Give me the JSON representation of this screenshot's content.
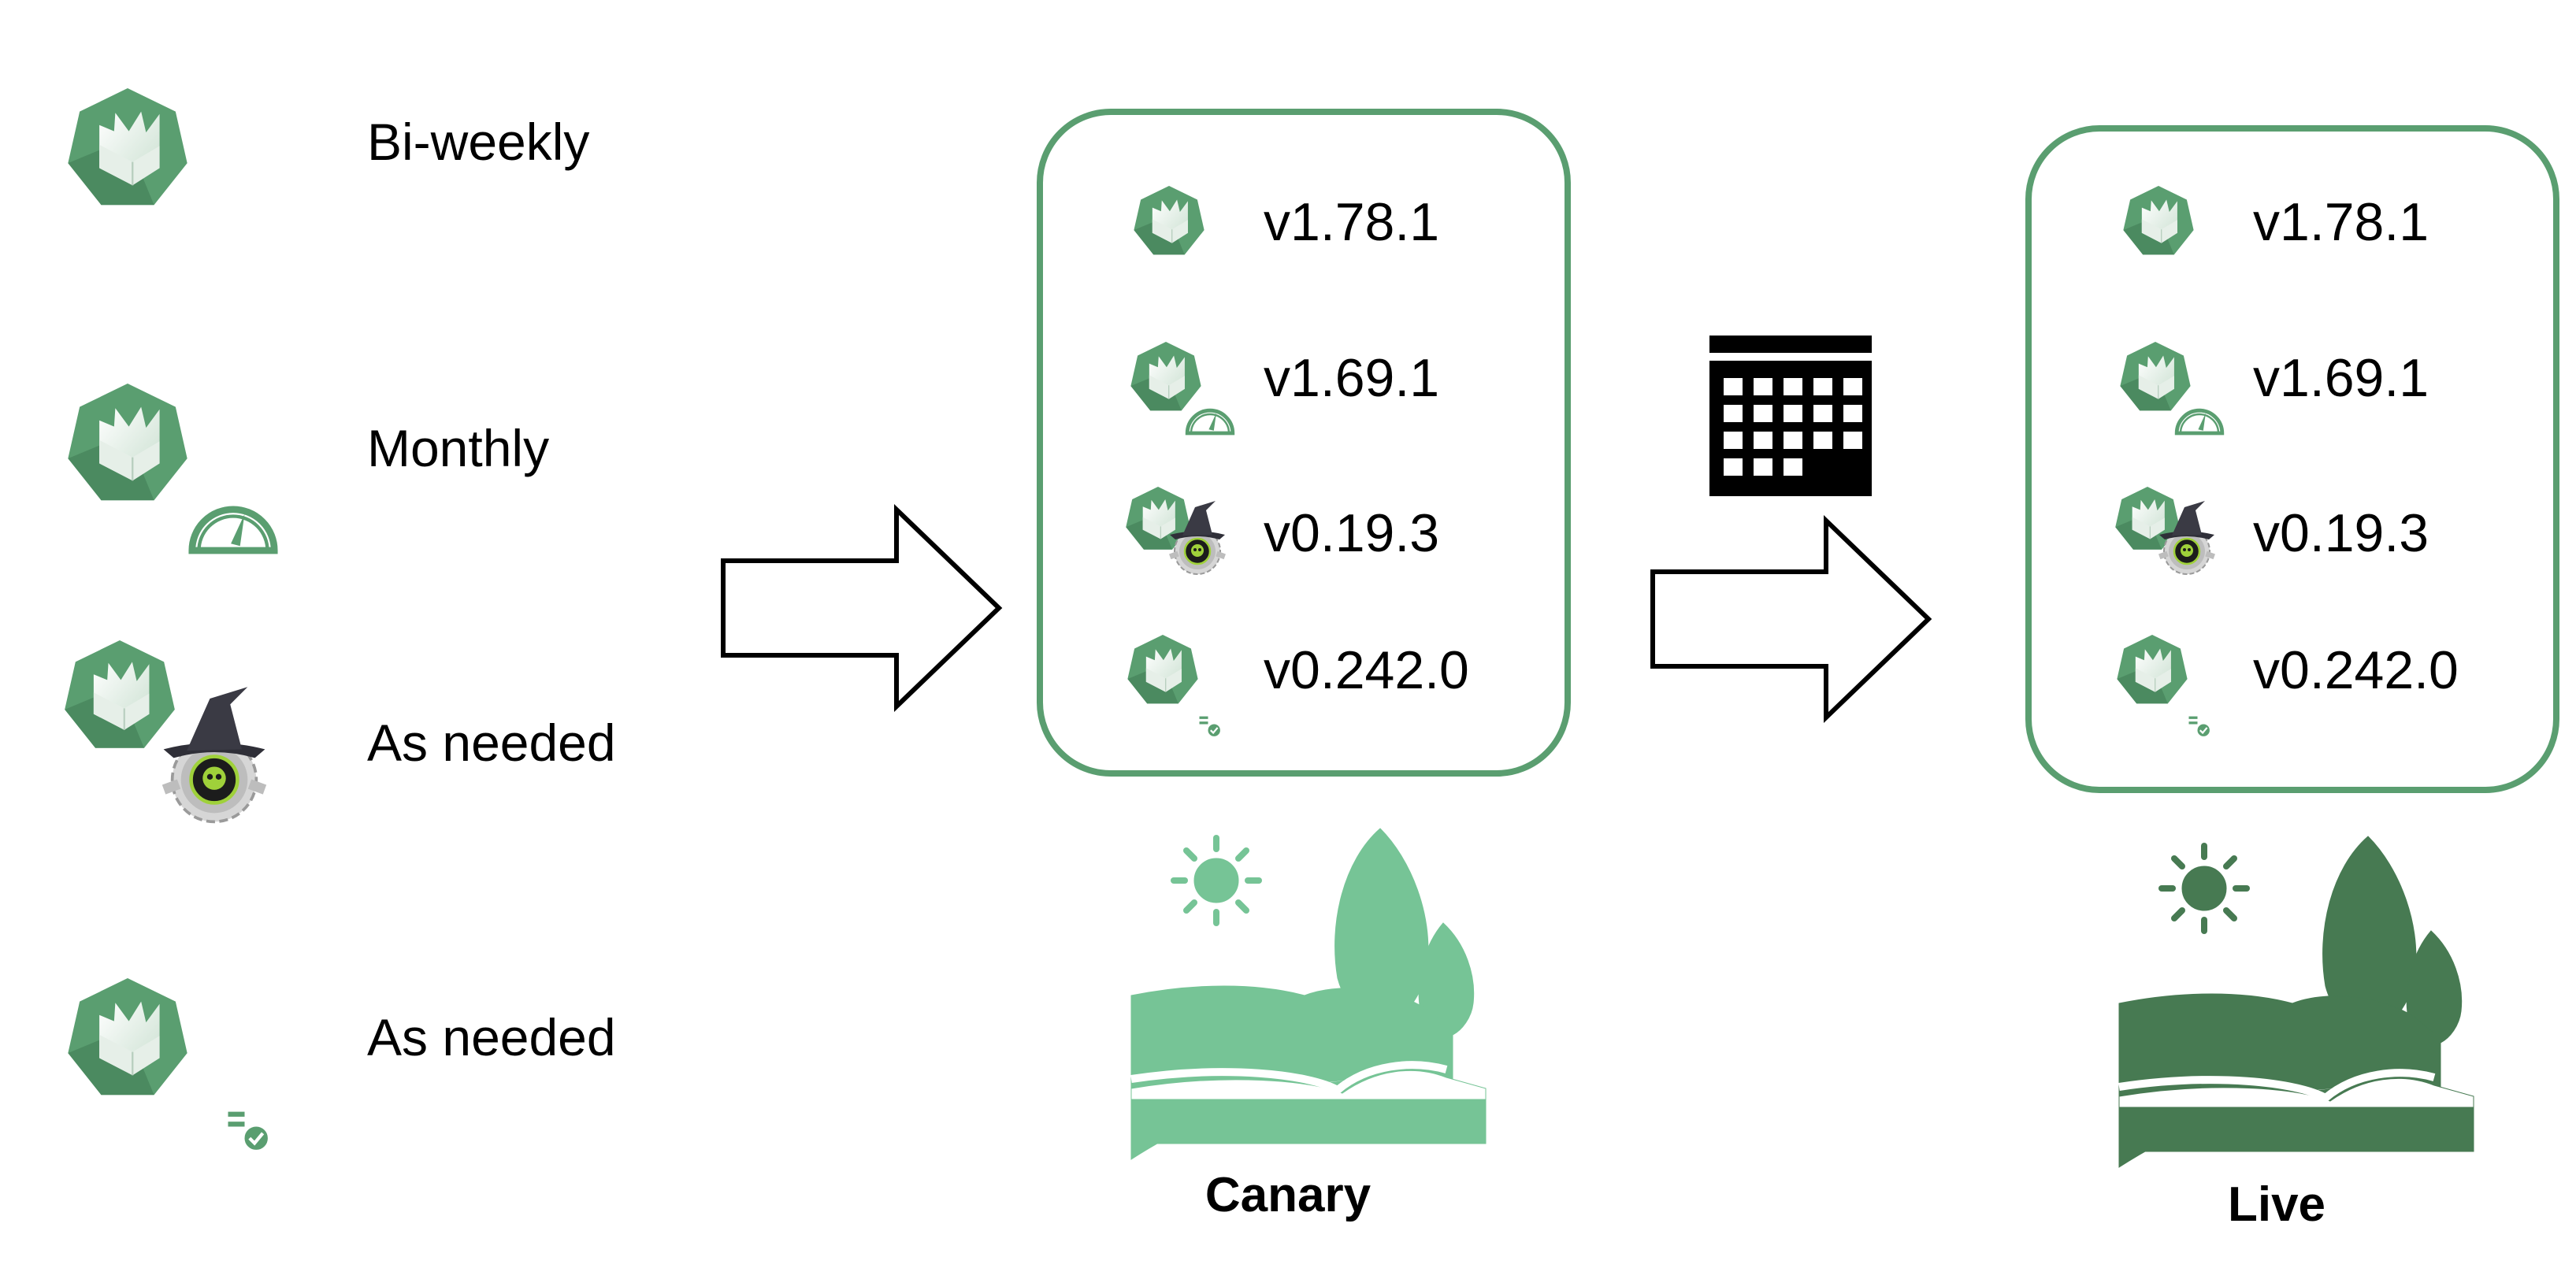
{
  "legend": {
    "items": [
      {
        "label": "Bi-weekly",
        "badge": "none"
      },
      {
        "label": "Monthly",
        "badge": "speedometer-icon"
      },
      {
        "label": "As needed",
        "badge": "wizard-hat-gear-icon"
      },
      {
        "label": "As needed",
        "badge": "bug-check-icon"
      }
    ]
  },
  "canary": {
    "label": "Canary",
    "versions": [
      {
        "version": "v1.78.1",
        "badge": "none"
      },
      {
        "version": "v1.69.1",
        "badge": "speedometer-icon"
      },
      {
        "version": "v0.19.3",
        "badge": "wizard-hat-gear-icon"
      },
      {
        "version": "v0.242.0",
        "badge": "bug-check-icon"
      }
    ]
  },
  "live": {
    "label": "Live",
    "versions": [
      {
        "version": "v1.78.1",
        "badge": "none"
      },
      {
        "version": "v1.69.1",
        "badge": "speedometer-icon"
      },
      {
        "version": "v0.19.3",
        "badge": "wizard-hat-gear-icon"
      },
      {
        "version": "v0.242.0",
        "badge": "bug-check-icon"
      }
    ]
  },
  "icons": {
    "arrow": "right-arrow-icon",
    "calendar": "calendar-icon",
    "landscape": "landscape-icon"
  },
  "colors": {
    "heptagon": "#5a9e70",
    "heptagon_dark": "#3f7a53",
    "box_border": "#5a9e70",
    "canary_landscape": "#76c496",
    "live_landscape": "#477a52",
    "wizard_hat": "#2f2f38",
    "gear": "#c8c8c8"
  }
}
